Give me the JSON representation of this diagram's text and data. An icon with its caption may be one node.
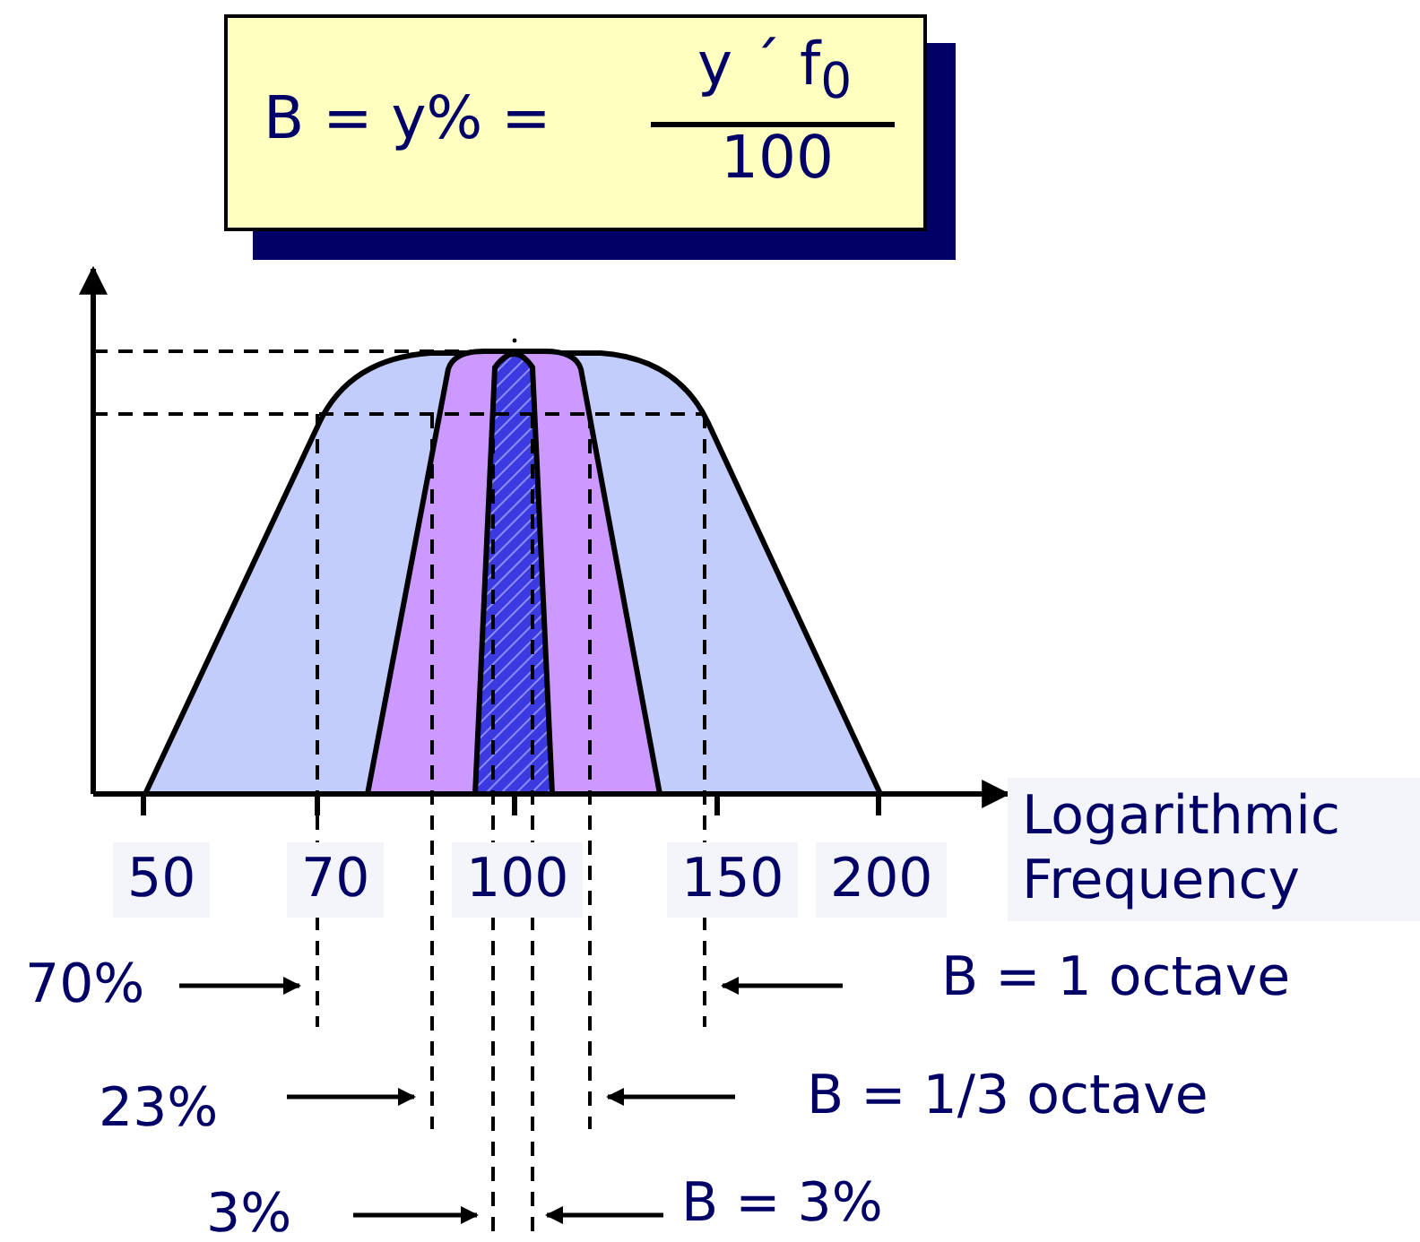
{
  "diagram": {
    "nodes": [
      {
        "text": [
          "B = y% =",
          "y ´ f$_{0}$",
          "100"
        ]
      }
    ],
    "labels": [
      "50",
      "70",
      "100",
      "150",
      "200",
      "Logarithmic Frequency",
      "70%",
      "B = 1 octave",
      "23%",
      "B = 1/3 octave",
      "3%",
      "B = 3%"
    ]
  }
}
